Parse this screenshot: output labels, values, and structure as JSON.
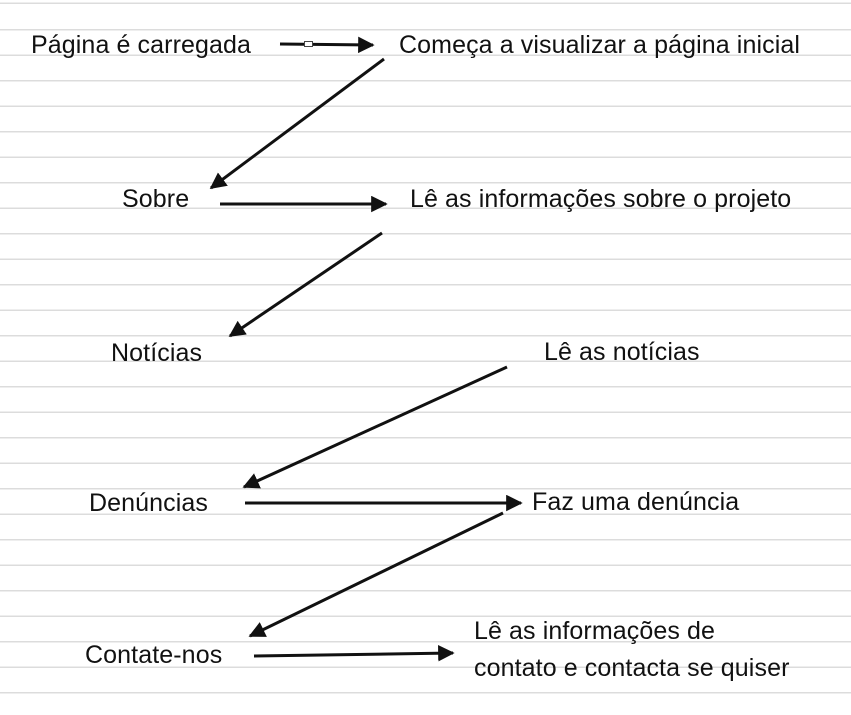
{
  "colors": {
    "ink": "#111111",
    "ruled_line": "#dcdcdc",
    "paper": "#ffffff"
  },
  "nodes": {
    "page_loaded": "Página é carregada",
    "view_home": "Começa a visualizar a página inicial",
    "about": "Sobre",
    "read_project_info": "Lê as informações sobre o projeto",
    "news": "Notícias",
    "read_news": "Lê as notícias",
    "reports": "Denúncias",
    "make_report": "Faz uma denúncia",
    "contact_us": "Contate-nos",
    "contact_info_line1": "Lê as informações de",
    "contact_info_line2": "contato e contacta se quiser"
  },
  "edges": [
    {
      "from": "page_loaded",
      "to": "view_home"
    },
    {
      "from": "view_home",
      "to": "about"
    },
    {
      "from": "about",
      "to": "read_project_info"
    },
    {
      "from": "read_project_info",
      "to": "news"
    },
    {
      "from": "read_news",
      "to": "reports"
    },
    {
      "from": "reports",
      "to": "make_report"
    },
    {
      "from": "make_report",
      "to": "contact_us"
    },
    {
      "from": "contact_us",
      "to": "contact_info_line1"
    }
  ]
}
